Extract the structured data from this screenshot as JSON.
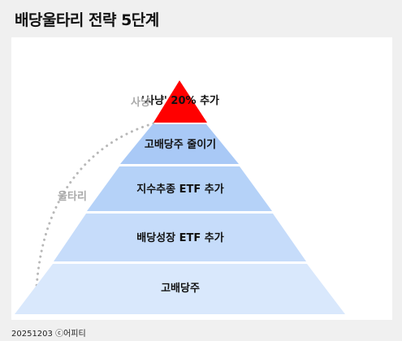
{
  "title": "배당울타리 전략 5단계",
  "pyramid": {
    "tiers": [
      {
        "label": "'사냥' 20% 추가",
        "color": "#ff0000"
      },
      {
        "label": "고배당주 줄이기",
        "color": "#a9c9f6"
      },
      {
        "label": "지수추종 ETF 추가",
        "color": "#b5d2f8"
      },
      {
        "label": "배당성장 ETF 추가",
        "color": "#c6dcfa"
      },
      {
        "label": "고배당주",
        "color": "#d9e8fc"
      }
    ]
  },
  "annotations": {
    "hunt_label": "사냥",
    "fence_label": "울타리"
  },
  "footer": "20251203 ⓒ어피티"
}
